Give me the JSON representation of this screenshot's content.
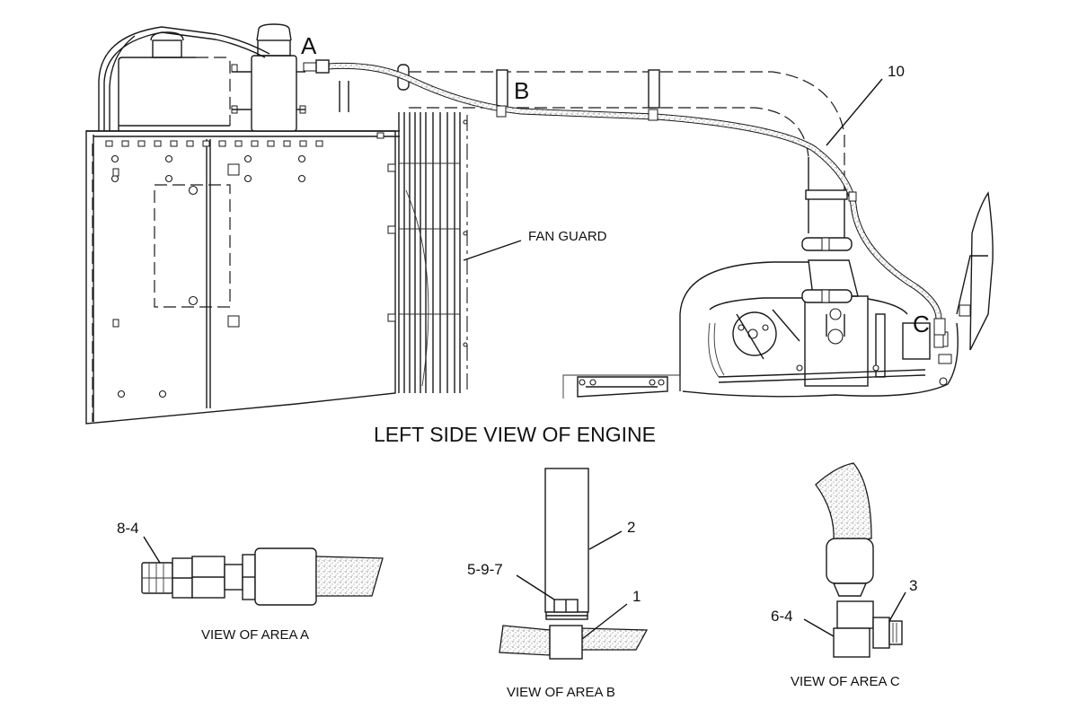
{
  "diagram": {
    "main_view": {
      "title": "LEFT SIDE VIEW OF ENGINE",
      "area_callouts": [
        "A",
        "B",
        "C"
      ],
      "part_callouts": {
        "hose": "10",
        "fan_guard": "FAN GUARD"
      }
    },
    "detail_views": [
      {
        "id": "A",
        "caption": "VIEW OF AREA  A",
        "callouts": [
          "8-4"
        ]
      },
      {
        "id": "B",
        "caption": "VIEW OF AREA  B",
        "callouts": [
          "2",
          "5-9-7",
          "1"
        ]
      },
      {
        "id": "C",
        "caption": "VIEW OF AREA  C",
        "callouts": [
          "3",
          "6-4"
        ]
      }
    ],
    "colors": {
      "line": "#1a1a1a",
      "background": "#ffffff"
    }
  }
}
